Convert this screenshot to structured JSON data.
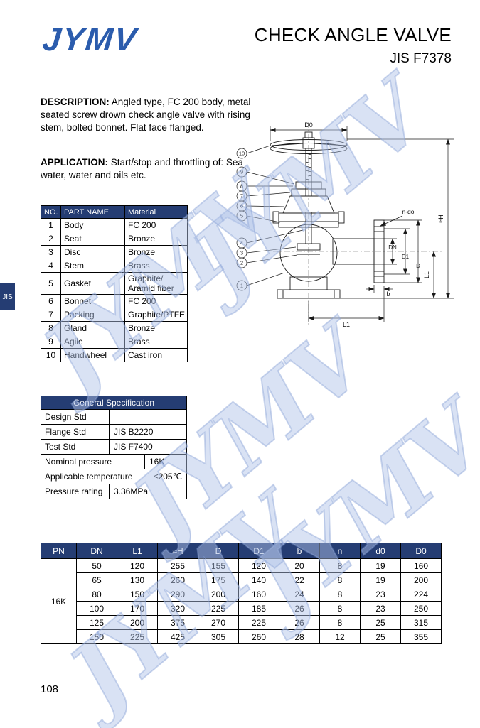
{
  "header": {
    "logo": "JYMV",
    "title": "CHECK ANGLE VALVE",
    "subtitle": "JIS F7378"
  },
  "description": {
    "label": "DESCRIPTION:",
    "text": "Angled type, FC 200 body, metal seated screw drown check angle valve with rising stem, bolted bonnet. Flat face flanged."
  },
  "application": {
    "label": "APPLICATION:",
    "text": "Start/stop and throttling of: Sea water, water and oils etc."
  },
  "side_tab": "JIS",
  "watermark": "JYMV",
  "parts_table": {
    "headers": [
      "NO.",
      "PART  NAME",
      "Material"
    ],
    "rows": [
      [
        "1",
        "Body",
        "FC 200"
      ],
      [
        "2",
        "Seat",
        "Bronze"
      ],
      [
        "3",
        "Disc",
        "Bronze"
      ],
      [
        "4",
        "Stem",
        "Brass"
      ],
      [
        "5",
        "Gasket",
        "Graphite/ Aramid fiber"
      ],
      [
        "6",
        "Bonnet",
        "FC 200"
      ],
      [
        "7",
        "Packing",
        "Graphite/PTFE"
      ],
      [
        "8",
        "Gland",
        "Bronze"
      ],
      [
        "9",
        "Agile",
        "Brass"
      ],
      [
        "10",
        "Handwheel",
        "Cast iron"
      ]
    ]
  },
  "spec_table": {
    "title": "General Specification",
    "rows": [
      {
        "label": "Design Std",
        "value": ""
      },
      {
        "label": "Flange Std",
        "value": "JIS B2220"
      },
      {
        "label": "Test Std",
        "value": "JIS F7400"
      },
      {
        "label": "Nominal pressure",
        "value": "16K"
      },
      {
        "label": "Applicable temperature",
        "value": "≤205℃"
      },
      {
        "label": "Pressure rating",
        "value": "3.36MPa"
      }
    ]
  },
  "dimension_table": {
    "headers": [
      "PN",
      "DN",
      "L1",
      "≈H",
      "D",
      "D1",
      "b",
      "n",
      "d0",
      "D0"
    ],
    "pn": "16K",
    "rows": [
      [
        "50",
        "120",
        "255",
        "155",
        "120",
        "20",
        "8",
        "19",
        "160"
      ],
      [
        "65",
        "130",
        "260",
        "175",
        "140",
        "22",
        "8",
        "19",
        "200"
      ],
      [
        "80",
        "150",
        "290",
        "200",
        "160",
        "24",
        "8",
        "23",
        "224"
      ],
      [
        "100",
        "170",
        "320",
        "225",
        "185",
        "26",
        "8",
        "23",
        "250"
      ],
      [
        "125",
        "200",
        "375",
        "270",
        "225",
        "26",
        "8",
        "25",
        "315"
      ],
      [
        "150",
        "225",
        "425",
        "305",
        "260",
        "28",
        "12",
        "25",
        "355"
      ]
    ]
  },
  "drawing": {
    "labels": {
      "d0": "D0",
      "h": "≈H",
      "n_do": "n-do",
      "dn": "DN",
      "d1": "D1",
      "d": "D",
      "l1_side": "L1",
      "l1_bottom": "L1",
      "b": "b"
    },
    "callouts": [
      "1",
      "2",
      "3",
      "4",
      "5",
      "6",
      "7",
      "8",
      "9",
      "10"
    ]
  },
  "page_number": "108"
}
